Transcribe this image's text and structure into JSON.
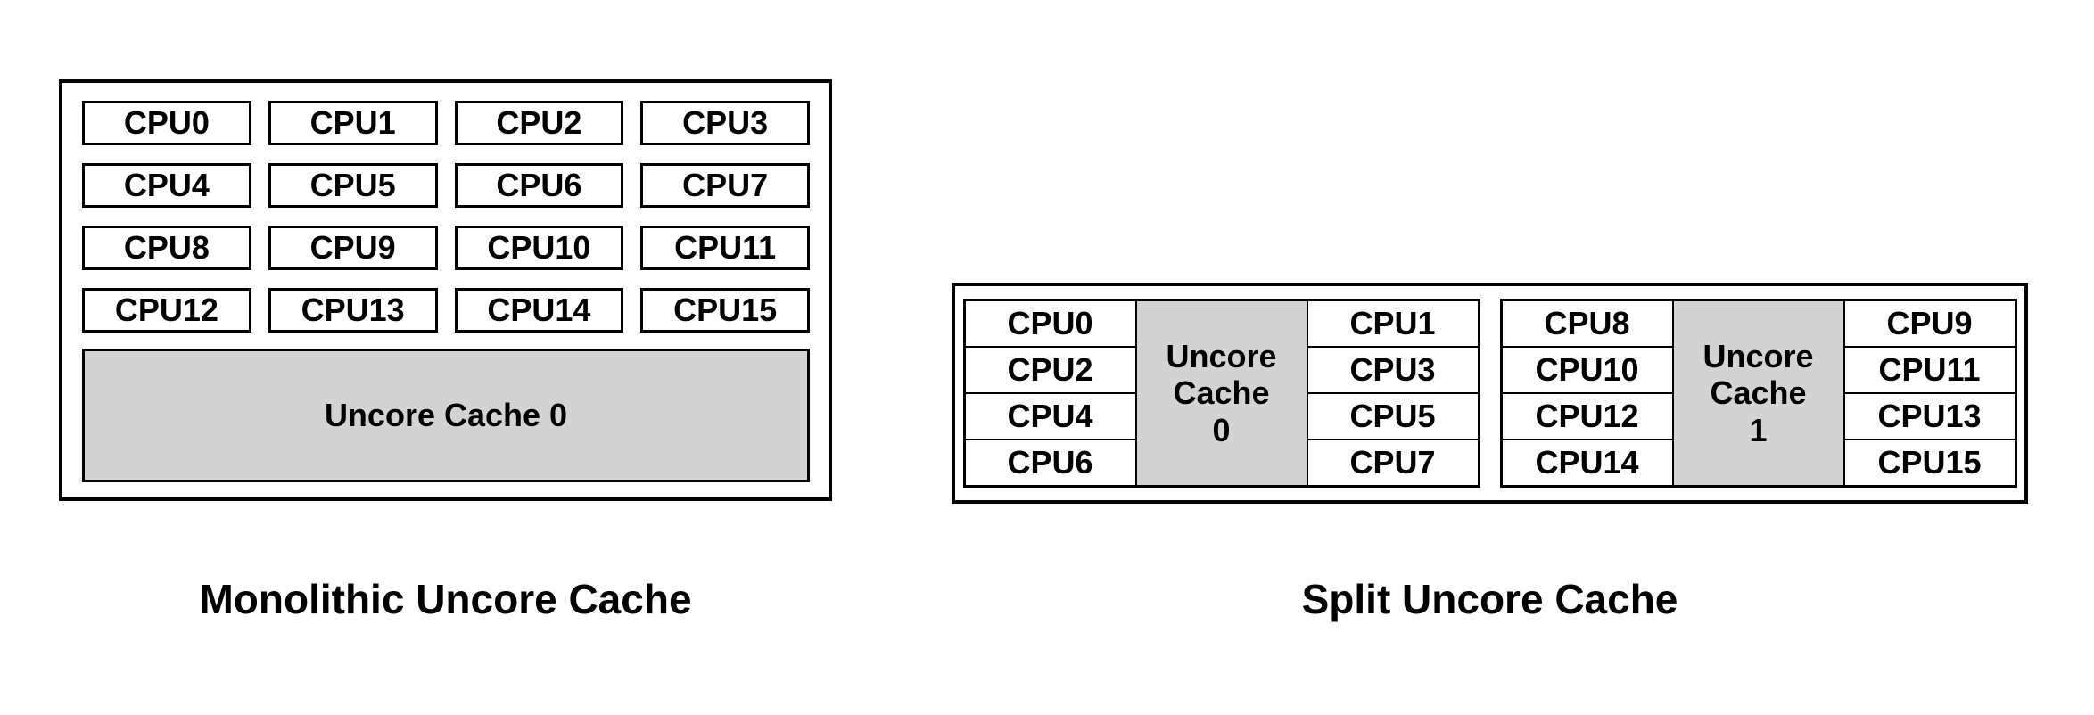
{
  "colors": {
    "background": "#ffffff",
    "border": "#000000",
    "cpu_fill": "#ffffff",
    "cache_fill": "#d3d3d3",
    "text": "#000000"
  },
  "monolithic": {
    "caption": "Monolithic Uncore Cache",
    "cpus": [
      "CPU0",
      "CPU1",
      "CPU2",
      "CPU3",
      "CPU4",
      "CPU5",
      "CPU6",
      "CPU7",
      "CPU8",
      "CPU9",
      "CPU10",
      "CPU11",
      "CPU12",
      "CPU13",
      "CPU14",
      "CPU15"
    ],
    "cache_label": "Uncore Cache 0"
  },
  "split": {
    "caption": "Split Uncore Cache",
    "clusters": [
      {
        "cache_lines": [
          "Uncore",
          "Cache",
          "0"
        ],
        "left_cpus": [
          "CPU0",
          "CPU2",
          "CPU4",
          "CPU6"
        ],
        "right_cpus": [
          "CPU1",
          "CPU3",
          "CPU5",
          "CPU7"
        ]
      },
      {
        "cache_lines": [
          "Uncore",
          "Cache",
          "1"
        ],
        "left_cpus": [
          "CPU8",
          "CPU10",
          "CPU12",
          "CPU14"
        ],
        "right_cpus": [
          "CPU9",
          "CPU11",
          "CPU13",
          "CPU15"
        ]
      }
    ]
  }
}
